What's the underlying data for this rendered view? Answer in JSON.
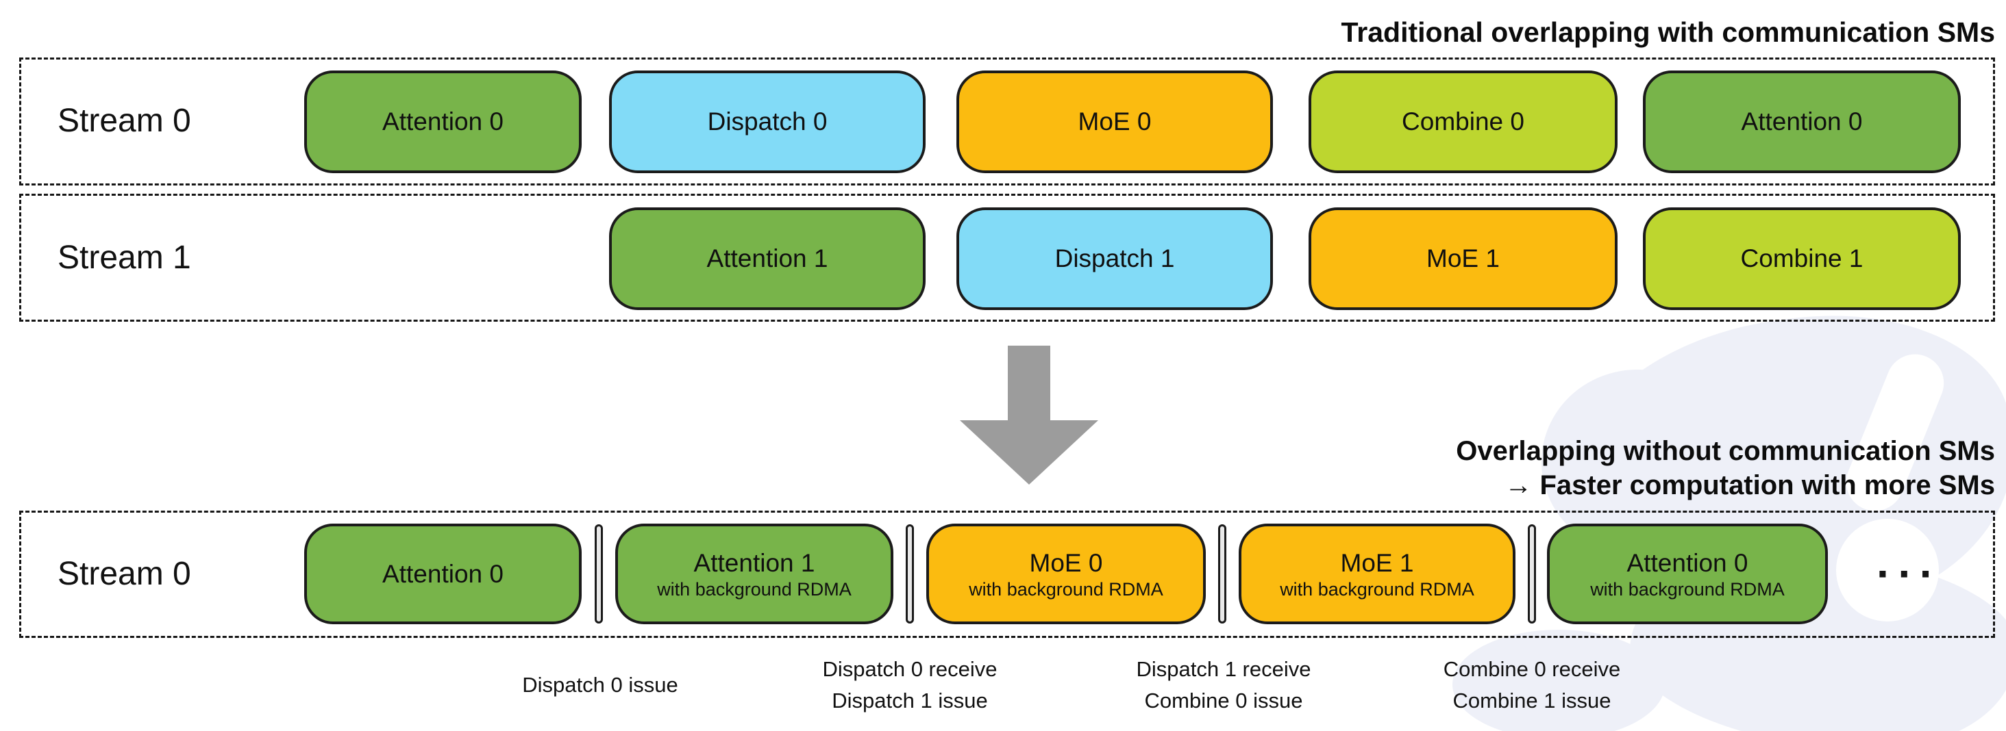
{
  "header": {
    "top_right_title": "Traditional overlapping with communication SMs"
  },
  "middle": {
    "annotation_line1": "Overlapping without communication SMs",
    "annotation_line2": "→ Faster computation with more SMs"
  },
  "streams": {
    "row1": {
      "label": "Stream 0",
      "blocks": [
        {
          "label": "Attention 0",
          "type": "attention"
        },
        {
          "label": "Dispatch 0",
          "type": "dispatch"
        },
        {
          "label": "MoE 0",
          "type": "moe"
        },
        {
          "label": "Combine 0",
          "type": "combine"
        },
        {
          "label": "Attention 0",
          "type": "attention"
        }
      ]
    },
    "row2": {
      "label": "Stream 1",
      "blocks": [
        {
          "label": "Attention 1",
          "type": "attention"
        },
        {
          "label": "Dispatch 1",
          "type": "dispatch"
        },
        {
          "label": "MoE 1",
          "type": "moe"
        },
        {
          "label": "Combine 1",
          "type": "combine"
        }
      ]
    },
    "row3": {
      "label": "Stream 0",
      "blocks": [
        {
          "label": "Attention 0",
          "sub": "",
          "type": "attention"
        },
        {
          "label": "Attention 1",
          "sub": "with background RDMA",
          "type": "attention"
        },
        {
          "label": "MoE 0",
          "sub": "with background RDMA",
          "type": "moe"
        },
        {
          "label": "MoE 1",
          "sub": "with background RDMA",
          "type": "moe"
        },
        {
          "label": "Attention 0",
          "sub": "with background RDMA",
          "type": "attention"
        }
      ],
      "ellipsis": "···"
    }
  },
  "markers": [
    {
      "line1": "Dispatch 0 issue",
      "line2": ""
    },
    {
      "line1": "Dispatch 0 receive",
      "line2": "Dispatch 1 issue"
    },
    {
      "line1": "Dispatch 1 receive",
      "line2": "Combine 0 issue"
    },
    {
      "line1": "Combine 0 receive",
      "line2": "Combine 1 issue"
    }
  ],
  "colors": {
    "attention_green": "#78B44A",
    "dispatch_blue": "#82DBF7",
    "moe_orange": "#FBBB10",
    "combine_lime": "#BDD62F",
    "barrier_gray": "#E9E9E9",
    "arrow_gray": "#9C9C9C",
    "watermark_lavender": "#EEF0F8",
    "border_black": "#1B1B1B"
  }
}
